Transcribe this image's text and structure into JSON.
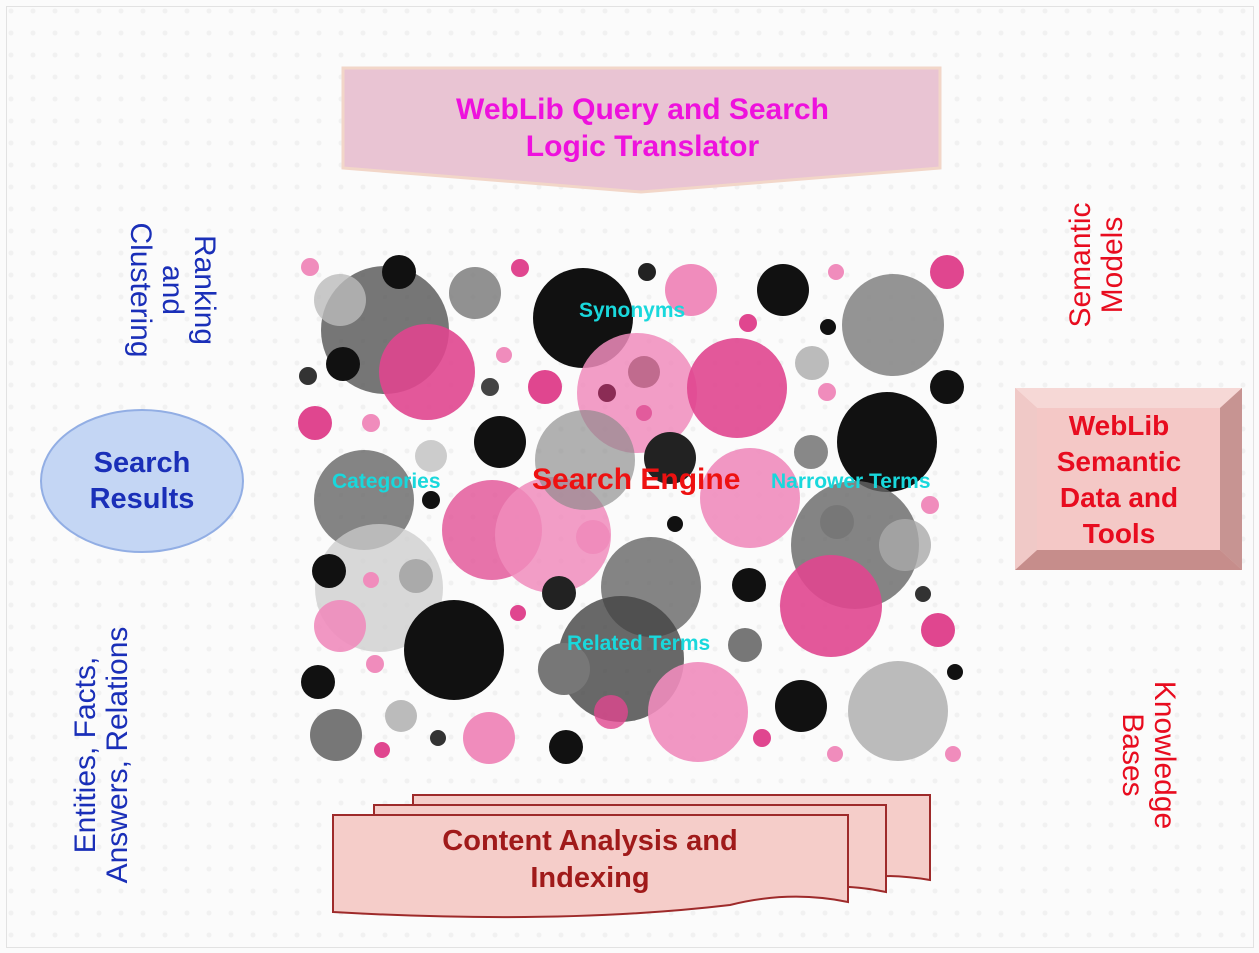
{
  "query_translator": {
    "label": "WebLib Query and Search\nLogic Translator"
  },
  "search_results": {
    "label": "Search\nResults"
  },
  "search_engine": {
    "label": "Search Engine",
    "terms": {
      "synonyms": "Synonyms",
      "categories": "Categories",
      "narrower": "Narrower Terms",
      "related": "Related Terms"
    }
  },
  "semantic_tools": {
    "label": "WebLib\nSemantic\nData and\nTools"
  },
  "content_analysis": {
    "label": "Content Analysis and\nIndexing"
  },
  "side_labels": {
    "ranking": "Ranking\nand\nClustering",
    "entities": "Entities, Facts,\nAnswers, Relations",
    "semantic_models": "Semantic\nModels",
    "knowledge_bases": "Knowledge\nBases"
  },
  "colors": {
    "blue_text": "#1a2fb8",
    "red_text": "#e80c1f",
    "magenta_text": "#ee11dd",
    "cyan_terms": "#19d8dc",
    "pink_dot": "#e0468f",
    "light_pink_dot": "#f08cbc"
  }
}
